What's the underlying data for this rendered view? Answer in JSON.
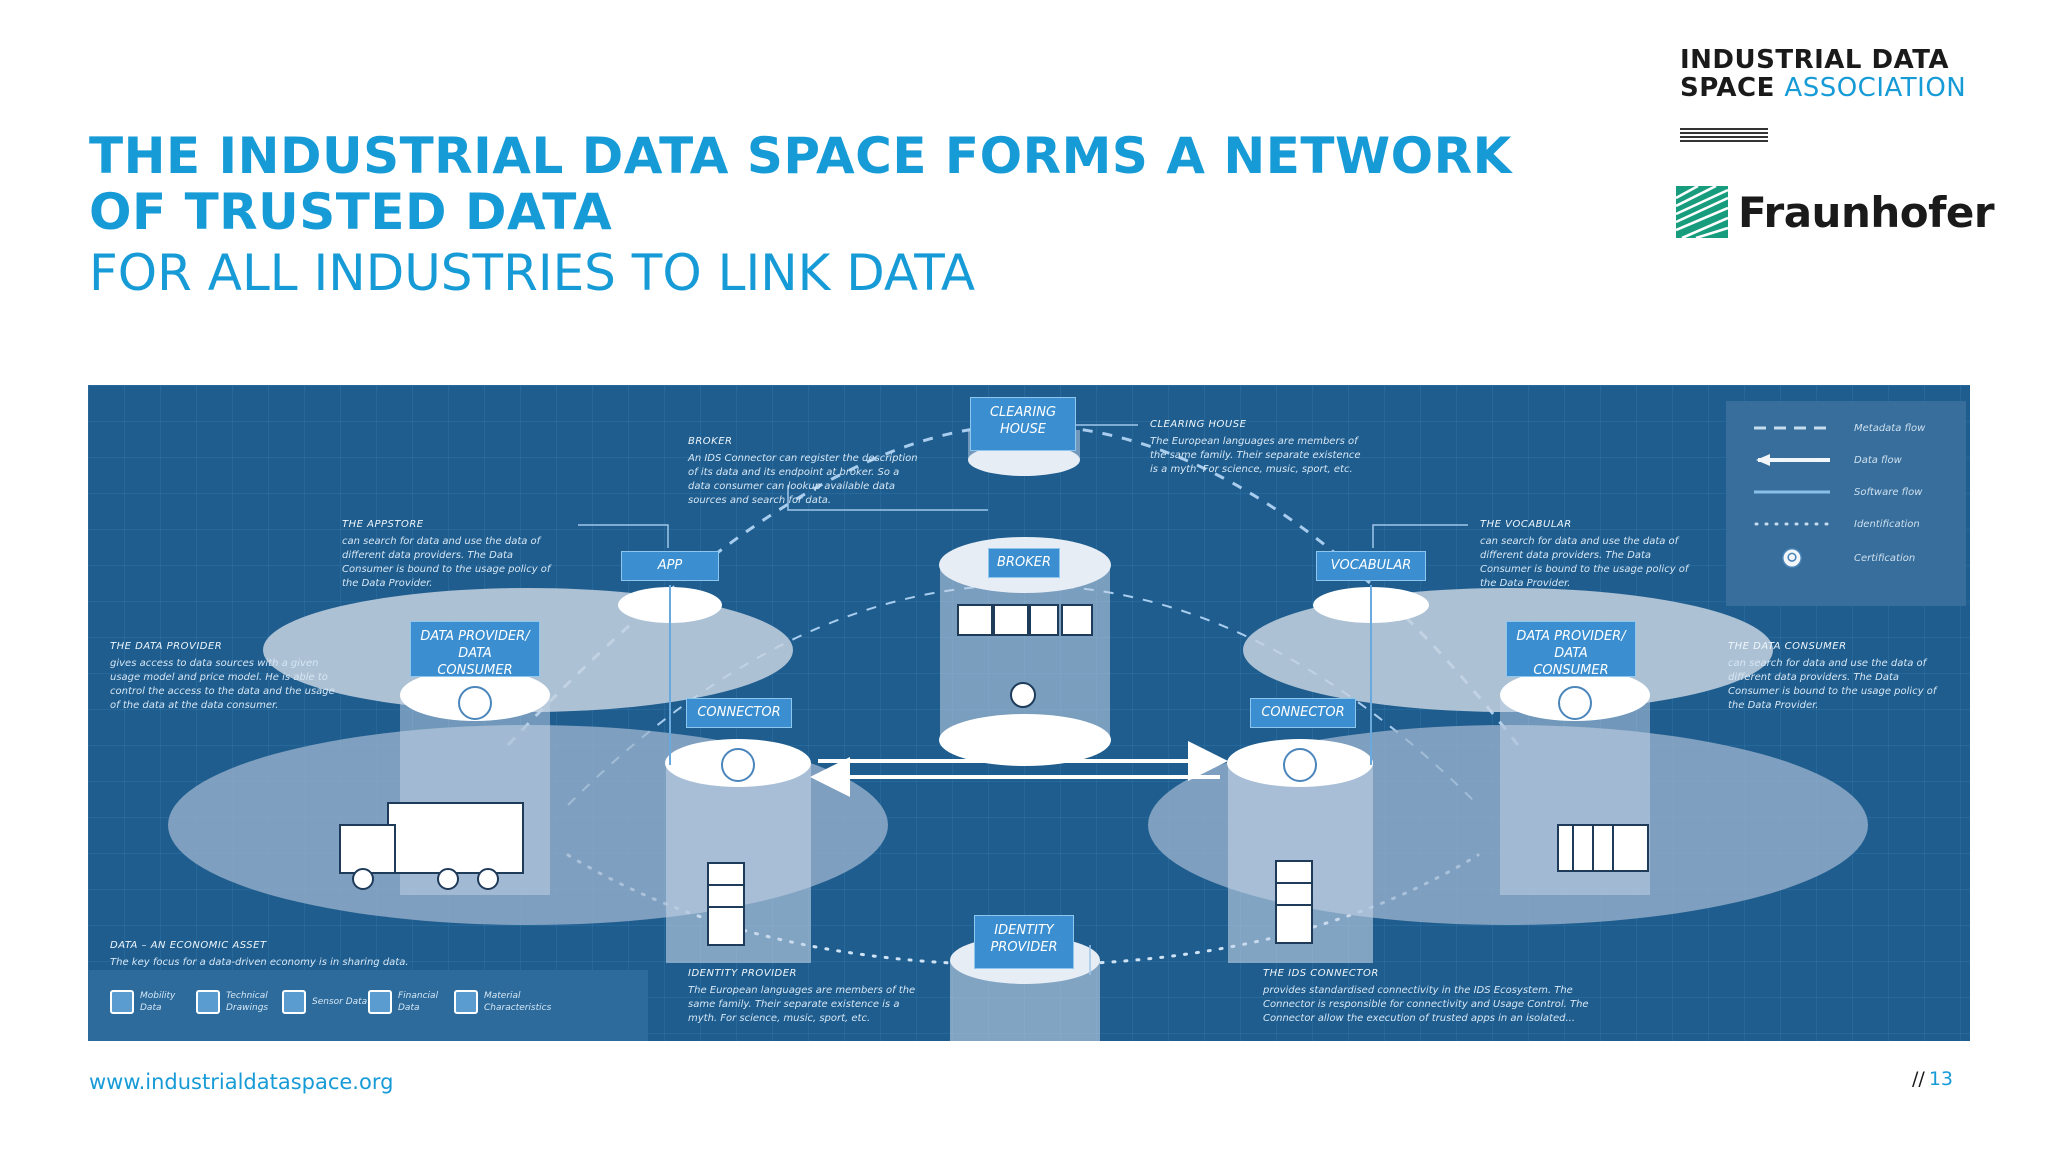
{
  "slide": {
    "title_line1": "THE INDUSTRIAL DATA SPACE FORMS A NETWORK",
    "title_line2": "OF TRUSTED DATA",
    "subtitle": "FOR ALL INDUSTRIES TO LINK DATA",
    "footer_url": "www.industrialdataspace.org",
    "page_separator": "//",
    "page_number": "13"
  },
  "logos": {
    "ida_line1": "INDUSTRIAL DATA",
    "ida_line2_a": "SPACE",
    "ida_line2_b": "ASSOCIATION",
    "fraunhofer": "Fraunhofer"
  },
  "diagram": {
    "labels": {
      "clearing_house": "CLEARING HOUSE",
      "broker": "BROKER",
      "app": "APP",
      "vocabular": "VOCABULAR",
      "provider_left": "DATA PROVIDER/ DATA CONSUMER",
      "provider_right": "DATA PROVIDER/ DATA CONSUMER",
      "connector_left": "CONNECTOR",
      "connector_right": "CONNECTOR",
      "identity_provider": "IDENTITY PROVIDER"
    },
    "notes": {
      "clearing_head": "CLEARING HOUSE",
      "clearing_body": "The European languages are members of the same family. Their separate existence is a myth. For science, music, sport, etc.",
      "broker_head": "BROKER",
      "broker_body": "An IDS Connector can register the description of its data and its endpoint at broker. So a data consumer can lookup available data sources and search for data.",
      "appstore_head": "THE APPSTORE",
      "appstore_body": "can search for data and use the data of different data providers. The Data Consumer is bound to the usage policy of the Data Provider.",
      "vocab_head": "THE VOCABULAR",
      "vocab_body": "can search for data and use the data of different data providers. The Data Consumer is bound to the usage policy of the Data Provider.",
      "provider_head": "THE DATA PROVIDER",
      "provider_body": "gives access to data sources with a given usage model and price model. He is able to control the access to the data and the usage of the data at the data consumer.",
      "consumer_head": "THE DATA CONSUMER",
      "consumer_body": "can search for data and use the data of different data providers. The Data Consumer is bound to the usage policy of the Data Provider.",
      "asset_head": "DATA – AN ECONOMIC ASSET",
      "asset_body": "The key focus for a data-driven economy is in sharing data.",
      "identity_head": "IDENTITY PROVIDER",
      "identity_body": "The European languages are members of the same family. Their separate existence is a myth. For science, music, sport, etc.",
      "ids_head": "THE IDS CONNECTOR",
      "ids_body": "provides standardised connectivity in the IDS Ecosystem. The Connector is responsible for connectivity and Usage Control. The Connector allow the execution of trusted apps in an isolated..."
    },
    "legend": [
      {
        "label": "Metadata flow"
      },
      {
        "label": "Data flow"
      },
      {
        "label": "Software flow"
      },
      {
        "label": "Identification"
      },
      {
        "label": "Certification"
      }
    ],
    "bottom_legend": [
      {
        "label": "Mobility Data"
      },
      {
        "label": "Technical Drawings"
      },
      {
        "label": "Sensor Data"
      },
      {
        "label": "Financial Data"
      },
      {
        "label": "Material Characteristics"
      }
    ]
  },
  "colors": {
    "accent": "#179bd7",
    "diagram_bg": "#1f5d8e",
    "label_box": "#3b8fd0"
  }
}
